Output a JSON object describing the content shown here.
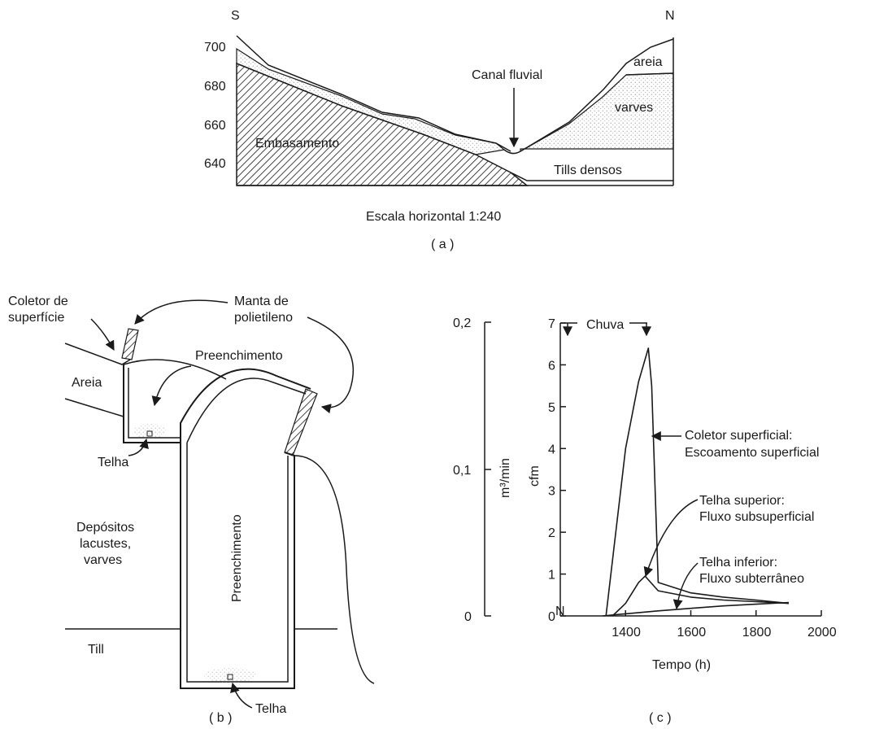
{
  "panel_a": {
    "compass_s": "S",
    "compass_n": "N",
    "elevation_ticks": [
      "700",
      "680",
      "660",
      "640"
    ],
    "labels": {
      "areia": "areia",
      "varves": "varves",
      "embasamento": "Embasamento",
      "tills": "Tills densos",
      "canal": "Canal fluvial"
    },
    "scale_text": "Escala horizontal 1:240",
    "caption": "( a )"
  },
  "panel_b": {
    "labels": {
      "coletor": [
        "Coletor de",
        "superfície"
      ],
      "manta": [
        "Manta de",
        "polietileno"
      ],
      "preench_top": "Preenchimento",
      "areia": "Areia",
      "telha_top": "Telha",
      "depositos": [
        "Depósitos",
        "lacustes,",
        "varves"
      ],
      "preench_vertical": "Preenchimento",
      "till": "Till",
      "telha_bottom": "Telha"
    },
    "caption": "( b )"
  },
  "panel_c": {
    "caption": "( c )",
    "chart_data": {
      "type": "line",
      "xlabel": "Tempo (h)",
      "ylabel": "cfm",
      "ylabel_secondary": "m³/min",
      "x_ticks": [
        "N",
        "1400",
        "1600",
        "1800",
        "2000"
      ],
      "y_ticks": [
        "0",
        "1",
        "2",
        "3",
        "4",
        "5",
        "6",
        "7"
      ],
      "y2_ticks": [
        "0",
        "0,1",
        "0,2"
      ],
      "rain_label": "Chuva",
      "xlim": [
        1200,
        2000
      ],
      "ylim": [
        0,
        7
      ],
      "series": [
        {
          "name": "Coletor superficial: Escoamento superficial",
          "x": [
            1340,
            1400,
            1440,
            1470,
            1480,
            1500,
            1600,
            1700,
            1800,
            1900
          ],
          "y": [
            0,
            4,
            5.6,
            6.4,
            5.5,
            0.8,
            0.55,
            0.45,
            0.38,
            0.3
          ]
        },
        {
          "name": "Telha superior: Fluxo subsuperficial",
          "x": [
            1360,
            1400,
            1440,
            1460,
            1500,
            1600,
            1700,
            1800,
            1900
          ],
          "y": [
            0,
            0.3,
            0.8,
            0.95,
            0.6,
            0.45,
            0.38,
            0.34,
            0.3
          ]
        },
        {
          "name": "Telha inferior: Fluxo subterrâneo",
          "x": [
            1330,
            1400,
            1500,
            1600,
            1700,
            1800,
            1900
          ],
          "y": [
            0,
            0.05,
            0.12,
            0.18,
            0.24,
            0.28,
            0.32
          ]
        }
      ],
      "annotations": [
        [
          "Coletor superficial:",
          "Escoamento superficial"
        ],
        [
          "Telha superior:",
          "Fluxo subsuperficial"
        ],
        [
          "Telha inferior:",
          "Fluxo subterrâneo"
        ]
      ]
    }
  }
}
